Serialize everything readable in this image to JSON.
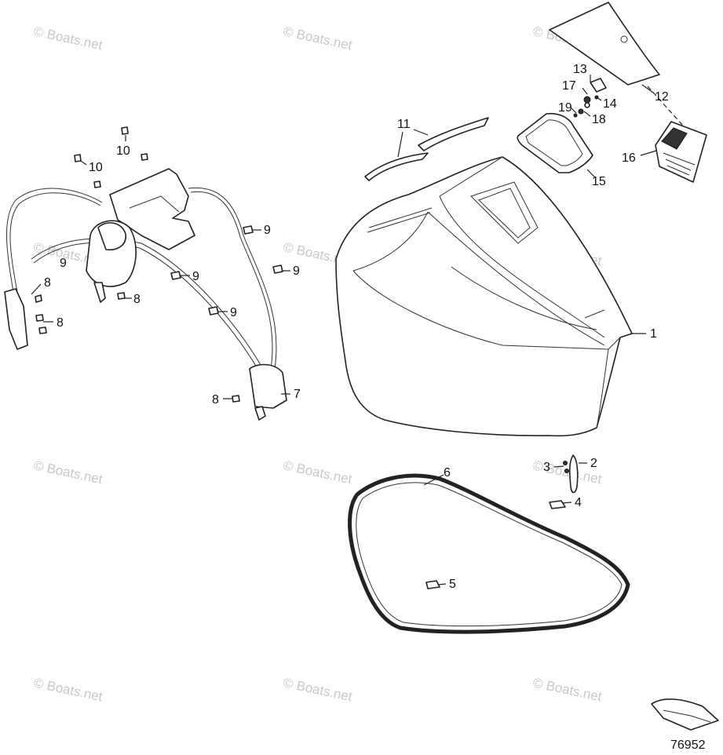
{
  "figure_number": "76952",
  "watermark_text": "© Boats.net",
  "callouts": [
    {
      "id": "c1",
      "label": "1"
    },
    {
      "id": "c2",
      "label": "2"
    },
    {
      "id": "c3",
      "label": "3"
    },
    {
      "id": "c4",
      "label": "4"
    },
    {
      "id": "c5",
      "label": "5"
    },
    {
      "id": "c6",
      "label": "6"
    },
    {
      "id": "c7",
      "label": "7"
    },
    {
      "id": "c8a",
      "label": "8"
    },
    {
      "id": "c8b",
      "label": "8"
    },
    {
      "id": "c8c",
      "label": "8"
    },
    {
      "id": "c8d",
      "label": "8"
    },
    {
      "id": "c9a",
      "label": "9"
    },
    {
      "id": "c9b",
      "label": "9"
    },
    {
      "id": "c9c",
      "label": "9"
    },
    {
      "id": "c9d",
      "label": "9"
    },
    {
      "id": "c9e",
      "label": "9"
    },
    {
      "id": "c10a",
      "label": "10"
    },
    {
      "id": "c10b",
      "label": "10"
    },
    {
      "id": "c11",
      "label": "11"
    },
    {
      "id": "c12",
      "label": "12"
    },
    {
      "id": "c13",
      "label": "13"
    },
    {
      "id": "c14",
      "label": "14"
    },
    {
      "id": "c15",
      "label": "15"
    },
    {
      "id": "c16",
      "label": "16"
    },
    {
      "id": "c17",
      "label": "17"
    },
    {
      "id": "c18",
      "label": "18"
    },
    {
      "id": "c19",
      "label": "19"
    }
  ]
}
